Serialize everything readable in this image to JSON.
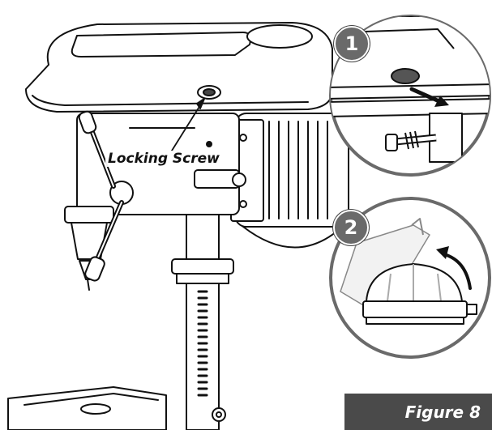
{
  "callout": {
    "locking_screw": "Locking Screw"
  },
  "steps": [
    {
      "number": "1"
    },
    {
      "number": "2"
    }
  ],
  "figure": {
    "label": "Figure 8"
  },
  "colors": {
    "ink": "#111111",
    "badge": "#6a6a6a",
    "label_bg": "#4a4a4a"
  },
  "icons": {
    "arrow_1": "arrow-icon",
    "arrow_2": "curved-arrow-icon"
  }
}
